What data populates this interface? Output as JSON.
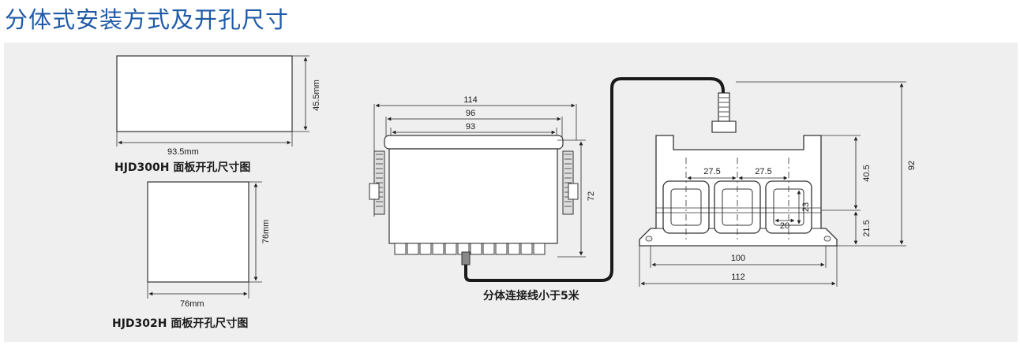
{
  "title": "分体式安装方式及开孔尺寸",
  "hjd300h": {
    "caption": "HJD300H  面板开孔尺寸图",
    "width": "93.5mm",
    "height": "45.5mm"
  },
  "hjd302h": {
    "caption": "HJD302H 面板开孔尺寸图",
    "width": "76mm",
    "height": "76mm"
  },
  "meter": {
    "dim_114": "114",
    "dim_96": "96",
    "dim_93": "93",
    "dim_72": "72"
  },
  "sensor": {
    "dim_27_5_a": "27.5",
    "dim_27_5_b": "27.5",
    "dim_40_5": "40.5",
    "dim_92": "92",
    "dim_23": "23",
    "dim_20": "20",
    "dim_21_5": "21.5",
    "dim_100": "100",
    "dim_112": "112"
  },
  "cable": {
    "label": "分体连接线小于5米"
  }
}
